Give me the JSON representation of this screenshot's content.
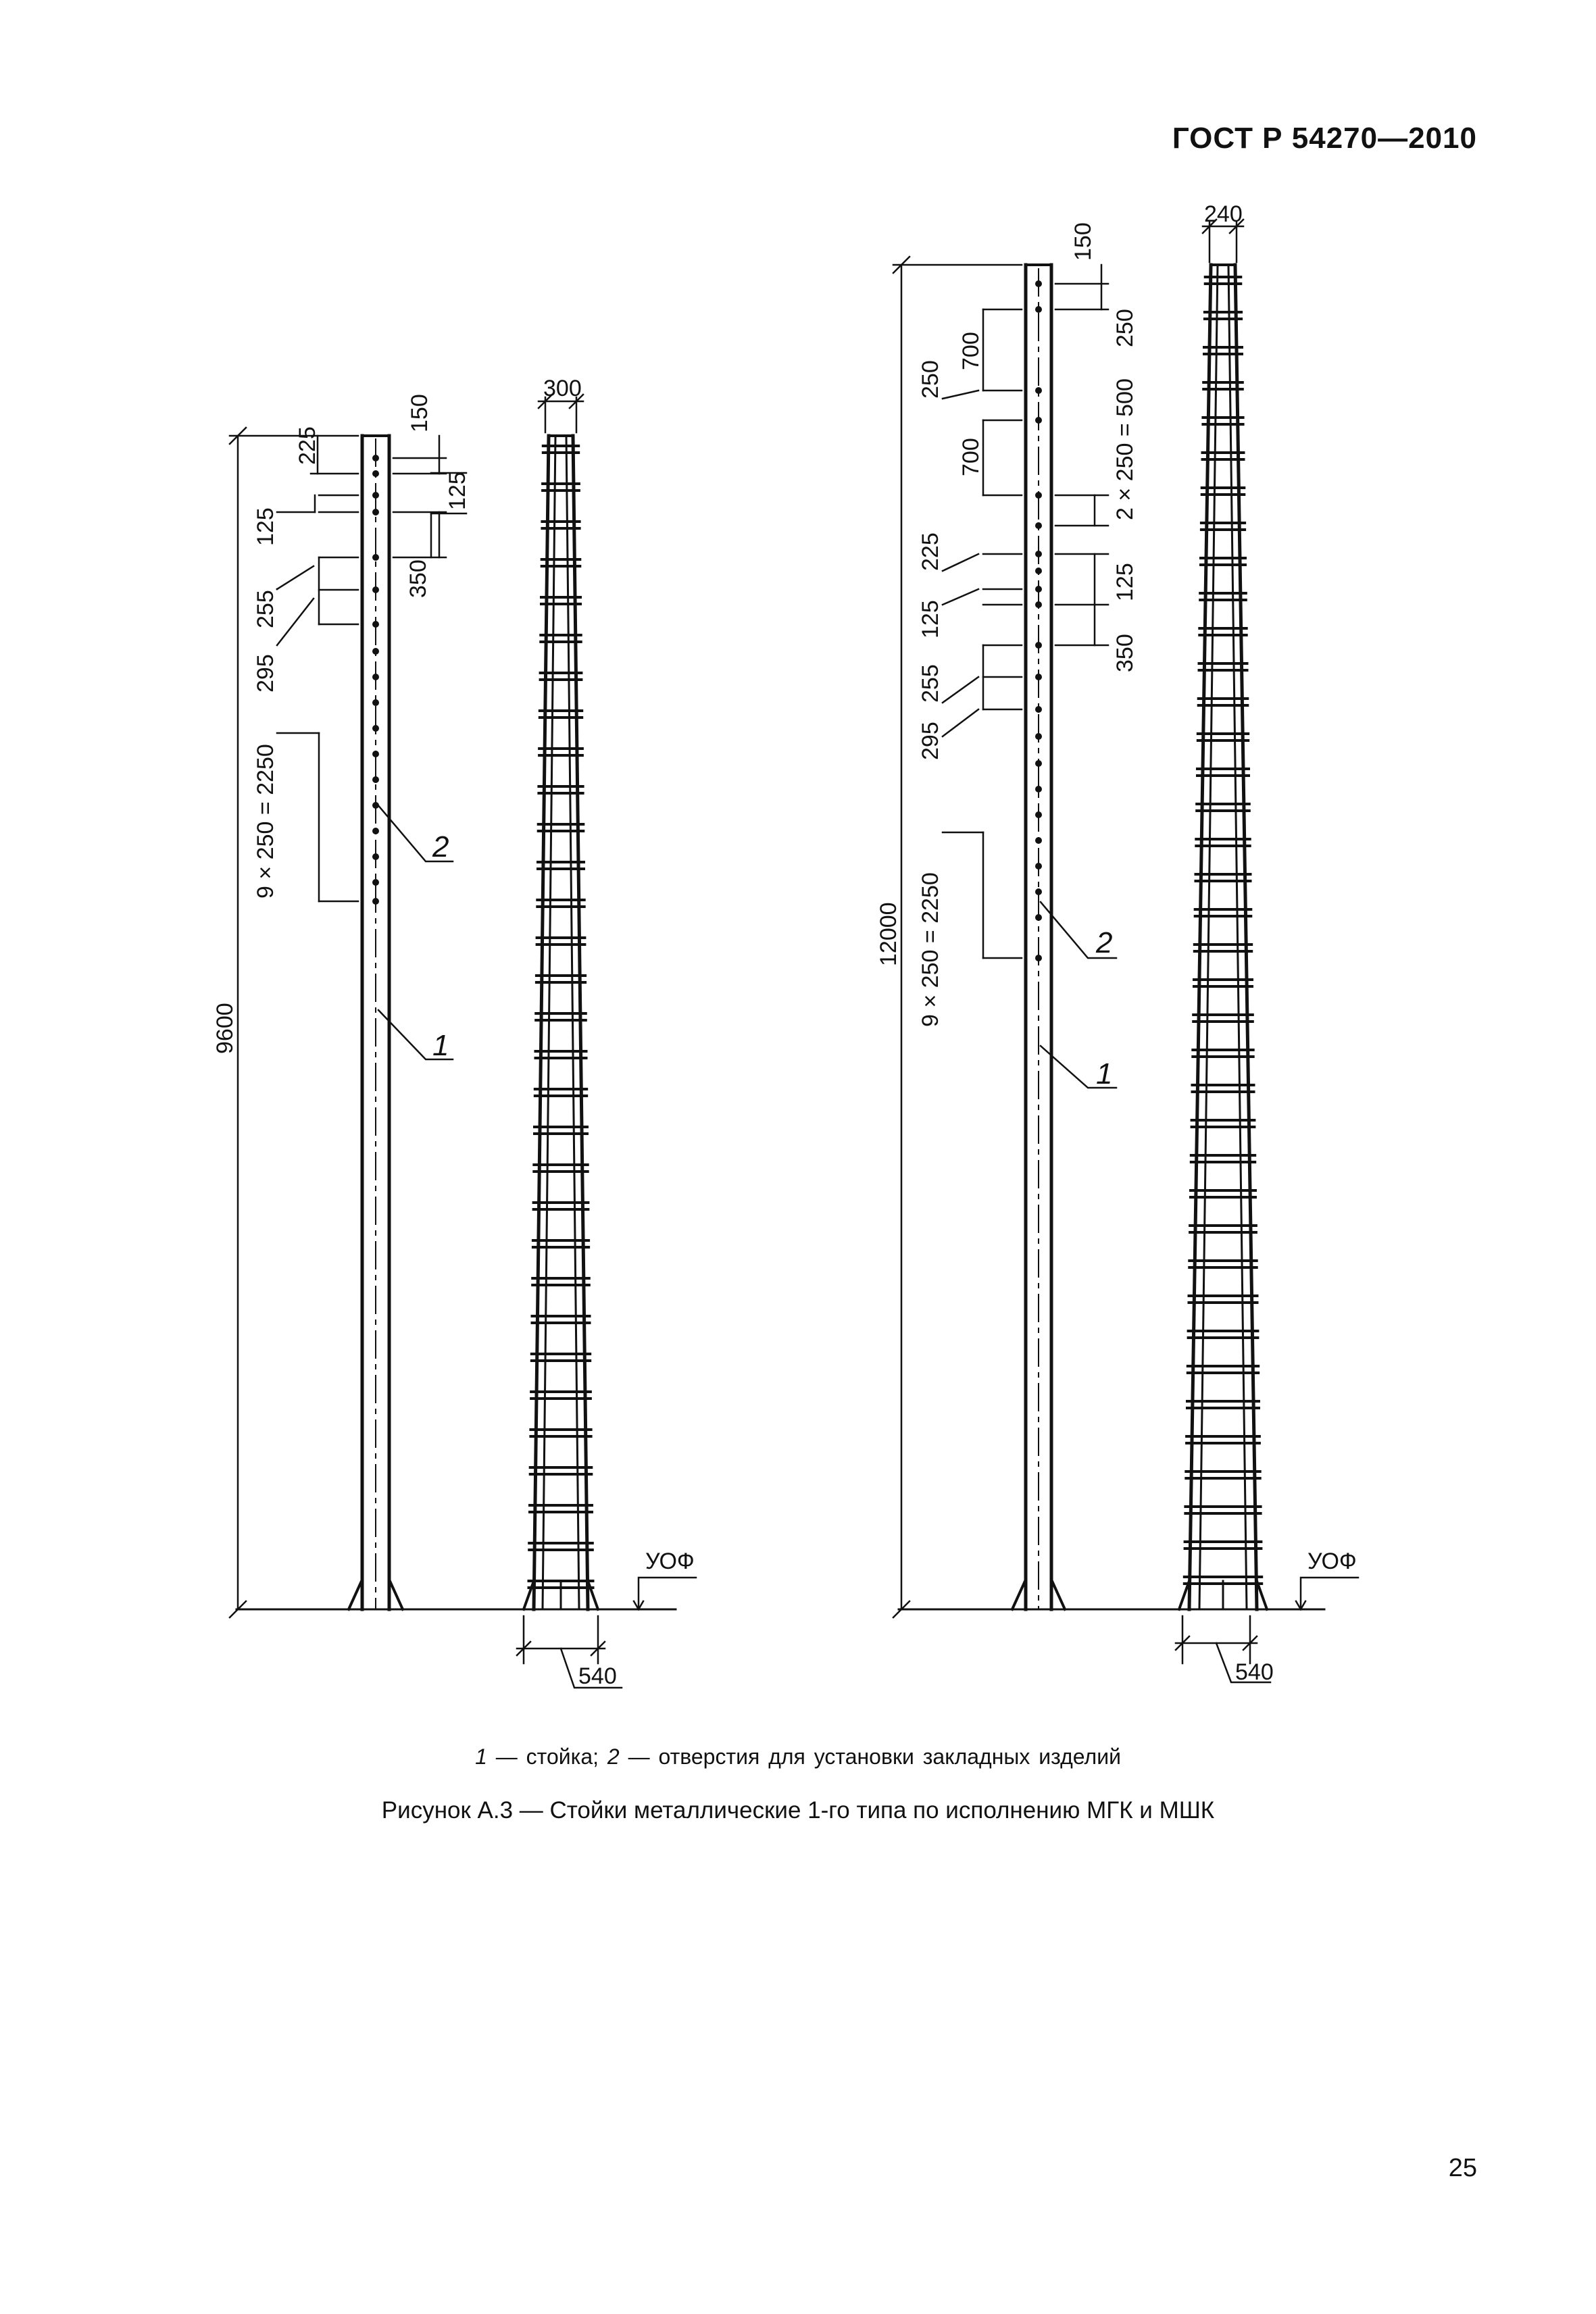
{
  "header": {
    "standard": "ГОСТ Р 54270—2010"
  },
  "drawing_left": {
    "height_label": "9600",
    "top_width_label": "300",
    "base_width_label": "540",
    "level_label": "УОФ",
    "dims_right": [
      "150",
      "125",
      "350"
    ],
    "dims_left": [
      "225",
      "125",
      "255",
      "295",
      "9 × 250 = 2250"
    ],
    "callout_1": "1",
    "callout_2": "2"
  },
  "drawing_right": {
    "height_label": "12000",
    "top_width_label": "240",
    "base_width_label": "540",
    "level_label": "УОФ",
    "dims_right": [
      "150",
      "250",
      "2 × 250 = 500",
      "125",
      "350"
    ],
    "dims_left": [
      "700",
      "250",
      "700",
      "225",
      "125",
      "255",
      "295",
      "9 × 250 = 2250"
    ],
    "callout_1": "1",
    "callout_2": "2"
  },
  "legend": {
    "n1": "1",
    "t1": " — стойка; ",
    "n2": "2",
    "t2": " — отверстия для установки закладных изделий"
  },
  "caption": "Рисунок А.3 — Стойки металлические 1-го типа по исполнению МГК и МШК",
  "page_number": "25"
}
